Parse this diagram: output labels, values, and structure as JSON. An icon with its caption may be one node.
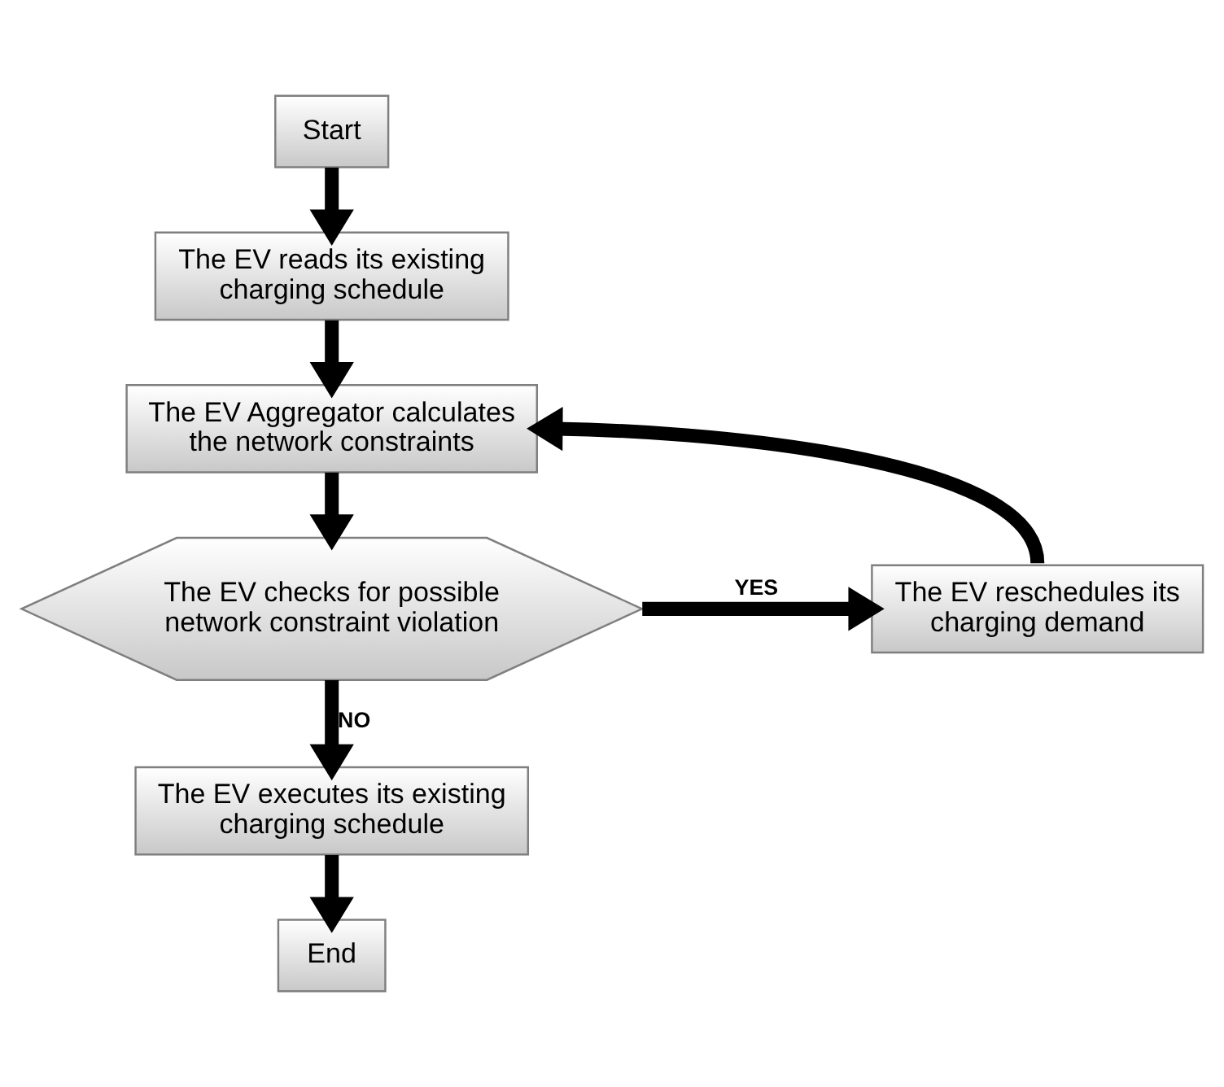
{
  "diagram": {
    "nodes": [
      {
        "text": [
          "Start"
        ]
      },
      {
        "text": [
          "The EV reads its existing charging schedule"
        ]
      },
      {
        "text": [
          "The EV Aggregator calculates the network constraints"
        ]
      },
      {
        "text": [
          "The EV checks for possible network constraint violation"
        ]
      },
      {
        "text": [
          "The EV reschedules its charging demand"
        ]
      },
      {
        "text": [
          "The EV executes its existing charging schedule"
        ]
      },
      {
        "text": [
          "End"
        ]
      }
    ],
    "edges": [
      {
        "from": 0,
        "to": 1,
        "arrow": "to"
      },
      {
        "from": 1,
        "to": 2,
        "arrow": "to"
      },
      {
        "from": 2,
        "to": 3,
        "arrow": "to"
      },
      {
        "from": 3,
        "to": 4,
        "arrow": "to",
        "label": "YES"
      },
      {
        "from": 4,
        "to": 2,
        "arrow": "to"
      },
      {
        "from": 3,
        "to": 5,
        "arrow": "to",
        "label": "NO"
      },
      {
        "from": 5,
        "to": 6,
        "arrow": "to"
      }
    ]
  }
}
